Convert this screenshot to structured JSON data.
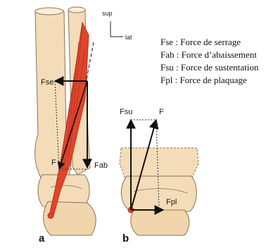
{
  "orientation": {
    "up": "sup",
    "side": "lat"
  },
  "legend": [
    "Fse : Force de serrage",
    "Fab : Force d’abaissement",
    "Fsu : Force de sustentation",
    "Fpl : Force de plaquage"
  ],
  "panel_a": {
    "panel_label": "a",
    "force_labels": {
      "fse": "Fse",
      "f": "F",
      "fab": "Fab"
    }
  },
  "panel_b": {
    "panel_label": "b",
    "force_labels": {
      "fsu": "Fsu",
      "f": "F",
      "fpl": "Fpl"
    }
  },
  "colors": {
    "bone": "#f4dcb8",
    "bone_outline": "#8a7352",
    "tendon": "#e0452c",
    "tendon_dark": "#b5311b",
    "arrow": "#111111",
    "bg": "#ffffff"
  }
}
